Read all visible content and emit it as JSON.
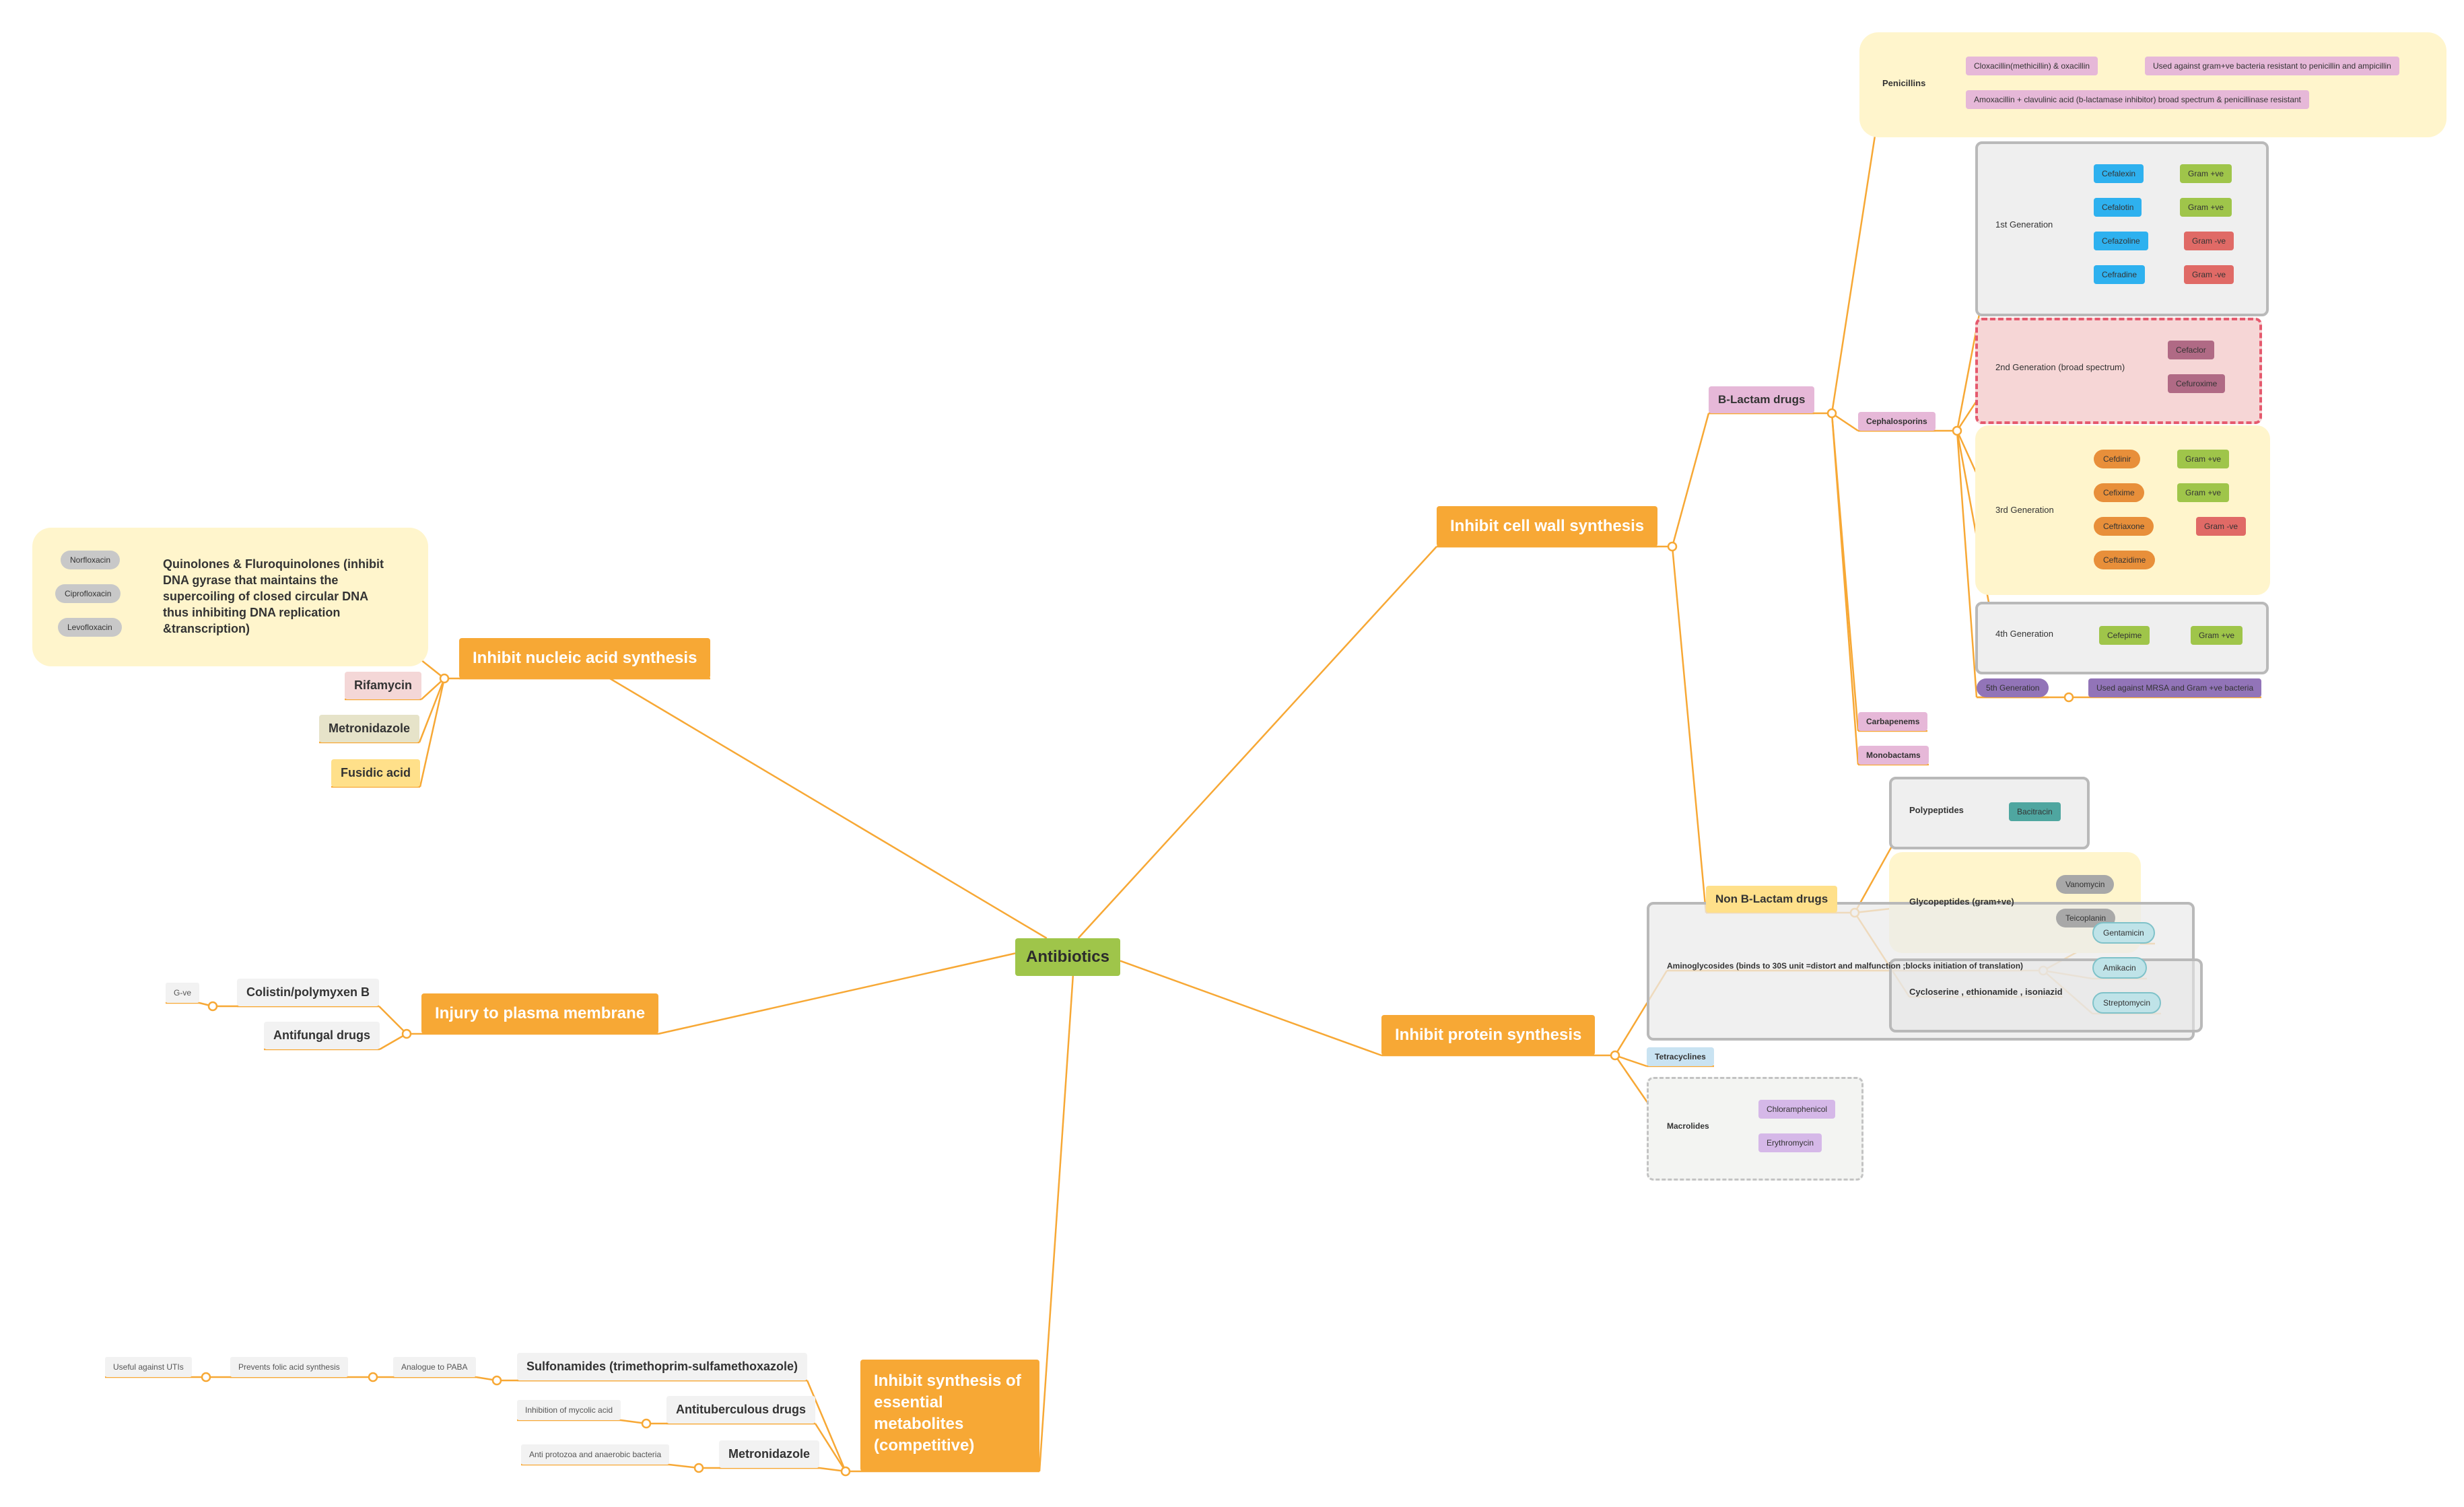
{
  "root": "Antibiotics",
  "main": {
    "cell_wall": "Inhibit cell wall synthesis",
    "nucleic": "Inhibit nucleic acid synthesis",
    "membrane": "Injury to plasma membrane",
    "protein": "Inhibit protein synthesis",
    "metabolites": "Inhibit synthesis of essential metabolites (competitive)"
  },
  "cell_wall": {
    "beta_lactam": "B-Lactam drugs",
    "non_beta_lactam": "Non B-Lactam drugs",
    "penicillins": {
      "label": "Penicillins",
      "items": [
        "Cloxacillin(methicillin) & oxacillin",
        "Used against gram+ve bacteria resistant to penicillin and ampicillin",
        "Amoxacillin + clavulinic acid (b-lactamase inhibitor) broad spectrum & penicillinase resistant"
      ]
    },
    "cephalosporins": {
      "label": "Cephalosporins",
      "gen1": {
        "label": "1st Generation",
        "drugs": [
          "Cefalexin",
          "Cefalotin",
          "Cefazoline",
          "Cefradine"
        ],
        "gram": [
          "Gram +ve",
          "Gram +ve",
          "Gram -ve",
          "Gram -ve"
        ]
      },
      "gen2": {
        "label": "2nd Generation (broad spectrum)",
        "drugs": [
          "Cefaclor",
          "Cefuroxime"
        ]
      },
      "gen3": {
        "label": "3rd Generation",
        "drugs": [
          "Cefdinir",
          "Cefixime",
          "Ceftriaxone",
          "Ceftazidime"
        ],
        "gram": [
          "Gram +ve",
          "Gram +ve",
          "Gram -ve"
        ]
      },
      "gen4": {
        "label": "4th Generation",
        "drug": "Cefepime",
        "gram": "Gram +ve"
      },
      "gen5": {
        "label": "5th Generation",
        "note": "Used against MRSA and Gram +ve bacteria"
      }
    },
    "carbapenems": "Carbapenems",
    "monobactams": "Monobactams",
    "polypeptides": {
      "label": "Polypeptides",
      "drug": "Bacitracin"
    },
    "glycopeptides": {
      "label": "Glycopeptides (gram+ve)",
      "drugs": [
        "Vanomycin",
        "Teicoplanin"
      ]
    },
    "cycloserine": "Cycloserine , ethionamide , isoniazid"
  },
  "protein": {
    "aminoglycosides": {
      "label": "Aminoglycosides (binds to 30S unit =distort and malfunction ;blocks initiation of translation)",
      "drugs": [
        "Gentamicin",
        "Amikacin",
        "Streptomycin"
      ]
    },
    "tetracyclines": "Tetracyclines",
    "macrolides": {
      "label": "Macrolides",
      "drugs": [
        "Chloramphenicol",
        "Erythromycin"
      ]
    }
  },
  "nucleic": {
    "quinolones": {
      "label": "Quinolones & Fluroquinolones (inhibit DNA gyrase that maintains the supercoiling of closed circular DNA thus inhibiting DNA replication &transcription)",
      "drugs": [
        "Norfloxacin",
        "Ciprofloxacin",
        "Levofloxacin"
      ]
    },
    "rifamycin": "Rifamycin",
    "metronidazole": "Metronidazole",
    "fusidic": "Fusidic acid"
  },
  "membrane": {
    "colistin": "Colistin/polymyxen B",
    "colistin_note": "G-ve",
    "antifungal": "Antifungal drugs"
  },
  "metabolites": {
    "sulfonamides": "Sulfonamides (trimethoprim-sulfamethoxazole)",
    "sulfa_chain": [
      "Analogue to PABA",
      "Prevents folic acid synthesis",
      "Useful against UTIs"
    ],
    "antituberculous": "Antituberculous drugs",
    "antitb_note": "Inhibition of mycolic acid",
    "metronidazole": "Metronidazole",
    "metro_note": "Anti protozoa and anaerobic bacteria"
  },
  "colors": {
    "connector": "#f7a835",
    "root": "#9fc54a",
    "main": "#f7a835",
    "penicillin_tag": "#e6b8d8",
    "ceph_gen1": "#2eb1ef",
    "gram_pos": "#9fc54a",
    "gram_neg": "#e06a66",
    "gen2_tag": "#b06a85",
    "gen3_tag": "#e88f3a",
    "gen5_tag": "#9274b8",
    "teal": "#4fa6a0",
    "light_teal": "#bfe3e8",
    "lavender": "#d5b8e8",
    "tetracyclines": "#c9e3f2"
  }
}
